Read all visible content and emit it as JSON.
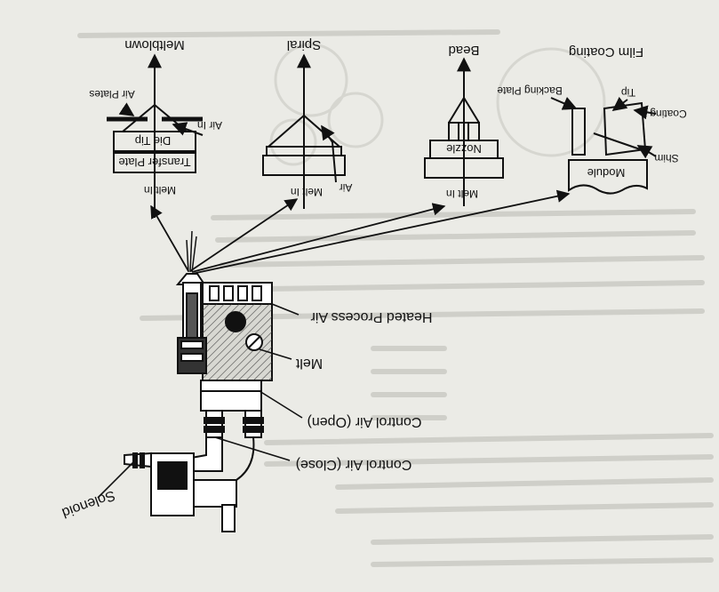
{
  "diagram": {
    "labels": {
      "meltblown": "Meltblown",
      "spiral": "Spiral",
      "bead": "Bead",
      "film_coating": "Film Coating",
      "air_plates": "Air Plates",
      "air_in_left": "Air In",
      "die_tip": "Die Tip",
      "transfer_plate": "Transfer Plate",
      "melt_in_1": "Melt In",
      "melt_in_2": "Melt In",
      "air_spiral": "Air",
      "melt_in_3": "Melt In",
      "nozzle": "Nozzle",
      "backing_plate": "Backing Plate",
      "tip": "Tip",
      "coating": "Coating",
      "shim": "Shim",
      "module": "Module",
      "heated_process_air": "Heated Process Air",
      "melt": "Melt",
      "control_air_open": "Control Air (Open)",
      "control_air_close": "Control Air (Close)",
      "solenoid": "Solenoid"
    },
    "colors": {
      "ink": "#111111",
      "paper": "#ebebe6",
      "ghost": "#cfcfc9"
    }
  }
}
